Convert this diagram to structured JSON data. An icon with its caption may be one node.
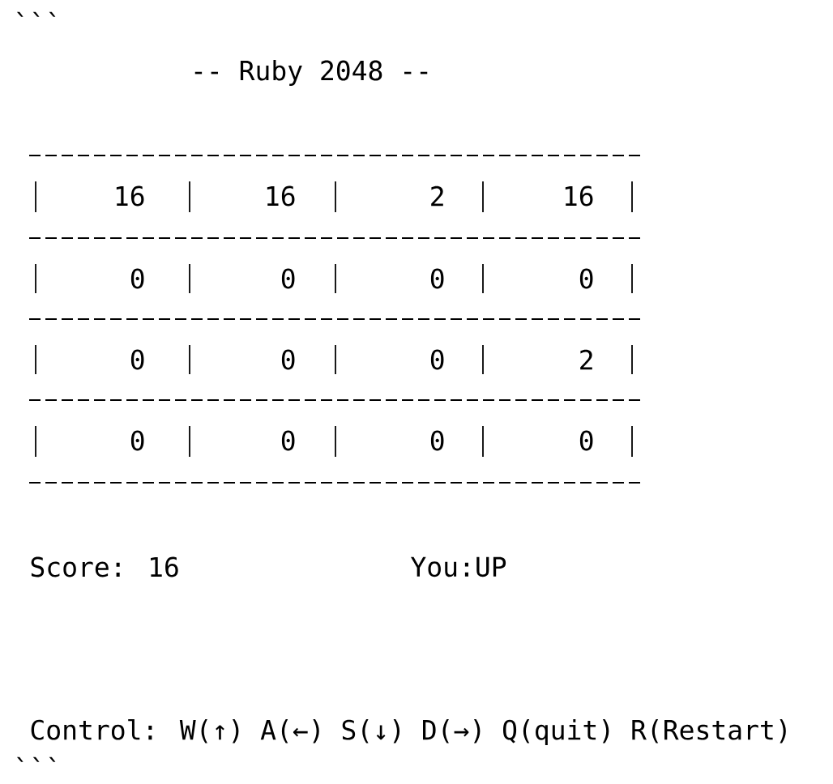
{
  "diagram": {
    "title": "-- Ruby 2048 --",
    "labels": [
      "```",
      "16",
      "16",
      "2",
      "16",
      "0",
      "0",
      "0",
      "0",
      "0",
      "0",
      "0",
      "2",
      "0",
      "0",
      "0",
      "0",
      "Score: 16",
      "You:UP",
      "Control: W(↑) A(←) S(↓) D(→) Q(quit) R(Restart)",
      "```"
    ]
  }
}
